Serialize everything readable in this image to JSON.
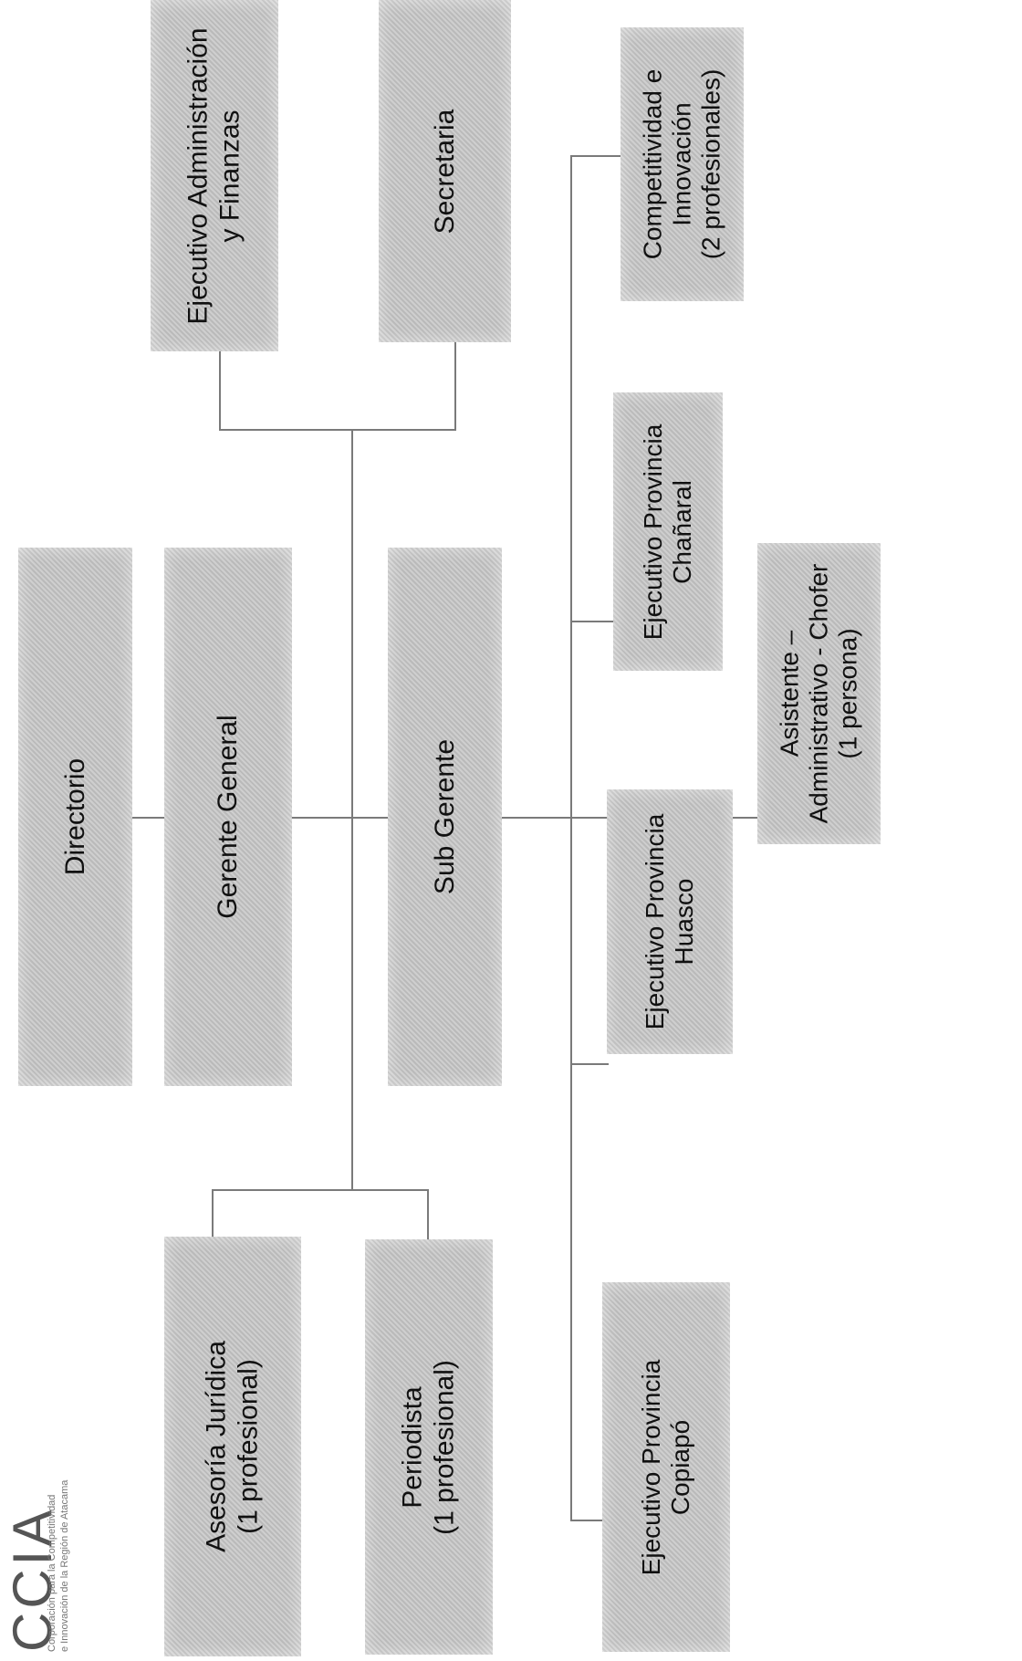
{
  "logo": {
    "mark": "CCIA",
    "subtitle": [
      "Corporación para la Competitividad",
      "e Innovación de la Región de Atacama"
    ]
  },
  "nodes": {
    "directorio": [
      "Directorio"
    ],
    "gerente_general": [
      "Gerente General"
    ],
    "sub_gerente": [
      "Sub Gerente"
    ],
    "ejecutivo_admin": [
      "Ejecutivo Administración",
      "y Finanzas"
    ],
    "secretaria": [
      "Secretaria"
    ],
    "asesoria": [
      "Asesoría Jurídica",
      "(1 profesional)"
    ],
    "periodista": [
      "Periodista",
      "(1 profesional)"
    ],
    "competitividad": [
      "Competitividad e",
      "Innovación",
      "(2 profesionales)"
    ],
    "chanaral": [
      "Ejecutivo Provincia",
      "Chañaral"
    ],
    "asistente": [
      "Asistente –",
      "Administrativo - Chofer",
      "(1 persona)"
    ],
    "huasco": [
      "Ejecutivo Provincia",
      "Huasco"
    ],
    "copiapo": [
      "Ejecutivo Provincia",
      "Copiapó"
    ]
  }
}
